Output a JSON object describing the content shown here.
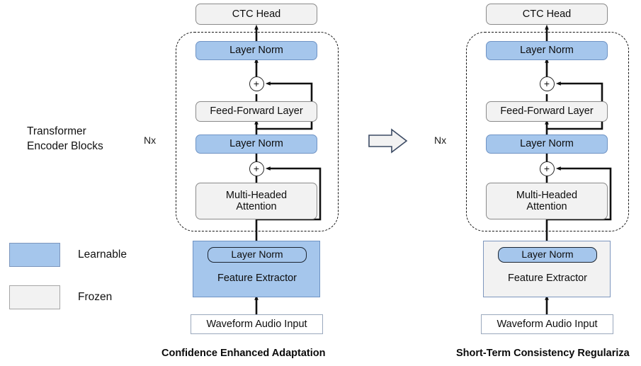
{
  "figure": {
    "left_caption": "Confidence Enhanced Adaptation",
    "right_caption": "Short-Term Consistency Regulariza",
    "side_label": "Transformer\nEncoder Blocks",
    "nx_label_left": "Nx",
    "nx_label_right": "Nx",
    "transition_arrow": "block-arrow-right"
  },
  "legend": {
    "items": [
      {
        "label": "Learnable",
        "color": "#a5c6ec",
        "kind": "learnable"
      },
      {
        "label": "Frozen",
        "color": "#f2f2f2",
        "kind": "frozen"
      }
    ]
  },
  "left_diagram": {
    "name": "Confidence Enhanced Adaptation",
    "nodes": {
      "ctc_head": {
        "label": "CTC Head",
        "state": "frozen"
      },
      "layer_norm_top": {
        "label": "Layer  Norm",
        "state": "learnable"
      },
      "add_top": {
        "label": "+",
        "state": "operator"
      },
      "feed_forward": {
        "label": "Feed-Forward Layer",
        "state": "frozen"
      },
      "layer_norm_mid": {
        "label": "Layer  Norm",
        "state": "learnable"
      },
      "add_bottom": {
        "label": "+",
        "state": "operator"
      },
      "multi_headed_attention": {
        "label": "Multi-Headed\nAttention",
        "state": "frozen"
      },
      "feature_extractor": {
        "label": "Feature Extractor",
        "state": "learnable"
      },
      "feature_extractor_layer_norm": {
        "label": "Layer  Norm",
        "state": "learnable"
      },
      "waveform_input": {
        "label": "Waveform Audio Input",
        "state": "plain"
      }
    }
  },
  "right_diagram": {
    "name": "Short-Term Consistency Regularization",
    "nodes": {
      "ctc_head": {
        "label": "CTC Head",
        "state": "frozen"
      },
      "layer_norm_top": {
        "label": "Layer  Norm",
        "state": "learnable"
      },
      "add_top": {
        "label": "+",
        "state": "operator"
      },
      "feed_forward": {
        "label": "Feed-Forward Layer",
        "state": "frozen"
      },
      "layer_norm_mid": {
        "label": "Layer  Norm",
        "state": "learnable"
      },
      "add_bottom": {
        "label": "+",
        "state": "operator"
      },
      "multi_headed_attention": {
        "label": "Multi-Headed\nAttention",
        "state": "frozen"
      },
      "feature_extractor": {
        "label": "Feature Extractor",
        "state": "frozen"
      },
      "feature_extractor_layer_norm": {
        "label": "Layer  Norm",
        "state": "learnable"
      },
      "waveform_input": {
        "label": "Waveform Audio Input",
        "state": "plain"
      }
    }
  },
  "colors": {
    "learnable_fill": "#a5c6ec",
    "learnable_border": "#6f93c4",
    "frozen_fill": "#f2f2f2",
    "frozen_border": "#8a8a8a",
    "wire": "#111111",
    "dashed_border": "#161616",
    "background": "#ffffff"
  }
}
